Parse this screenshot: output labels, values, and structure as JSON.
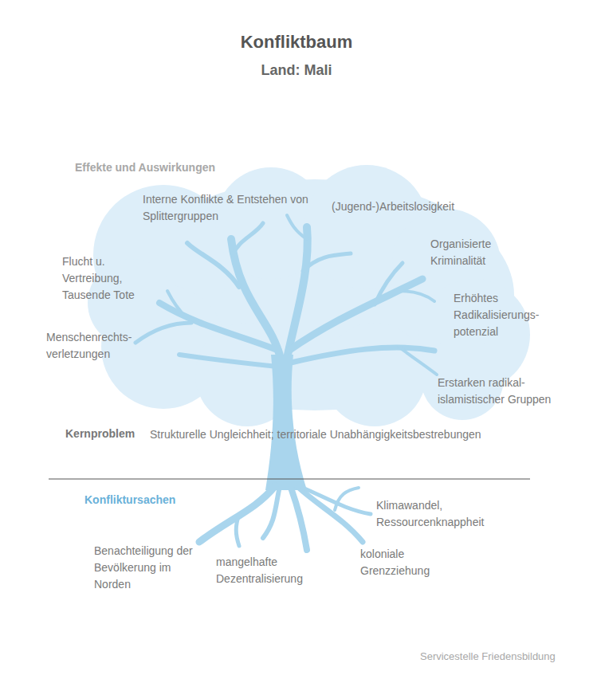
{
  "diagram": {
    "title": "Konfliktbaum",
    "labels": [
      "Land: Mali",
      "Effekte und Auswirkungen",
      "Interne Konflikte & Entstehen von Splittergruppen",
      "(Jugend-)Arbeitslosigkeit",
      "Organisierte Kriminalität",
      "Flucht u. Vertreibung, Tausende Tote",
      "Erhöhtes Radikalisierungs- potenzial",
      "Menschenrechts- verletzungen",
      "Erstarken radikal- islamistischer Gruppen",
      "Kernproblem",
      "Strukturelle Ungleichheit; territoriale Unabhängigkeitsbestrebungen",
      "Konfliktursachen",
      "Klimawandel, Ressourcenknappheit",
      "Benachteiligung der Bevölkerung im Norden",
      "mangelhafte Dezentralisierung",
      "koloniale Grenzziehung",
      "Servicestelle Friedensbildung"
    ]
  }
}
